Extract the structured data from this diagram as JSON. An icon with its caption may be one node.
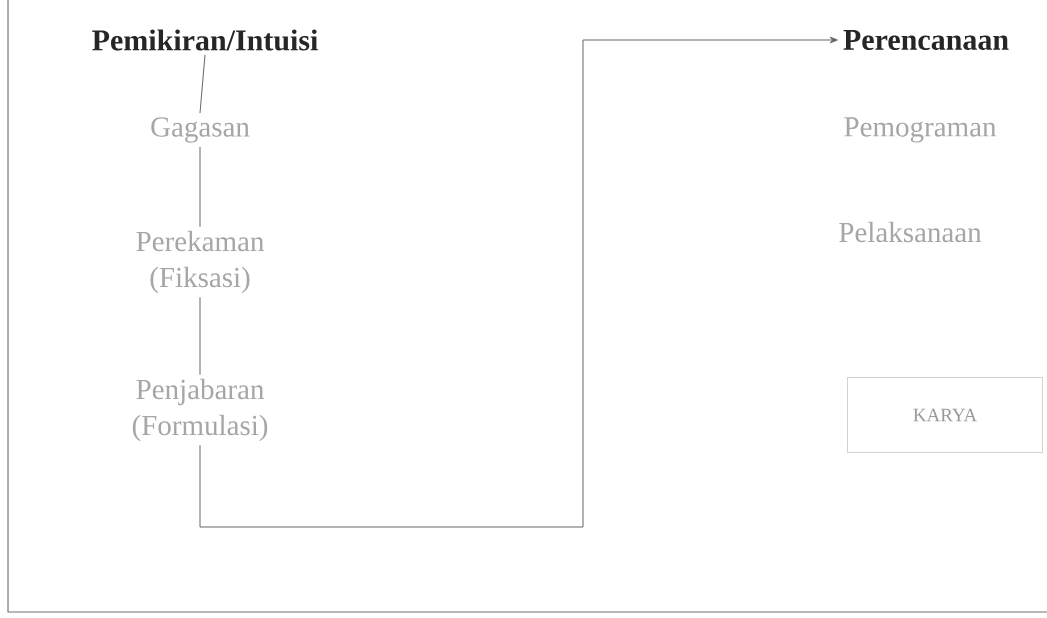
{
  "diagram": {
    "nodes": [
      {
        "text": [
          "Pemikiran/Intuisi"
        ]
      },
      {
        "text": [
          "Gagasan"
        ]
      },
      {
        "text": [
          "Perekaman (Fiksasi)"
        ]
      },
      {
        "text": [
          "Penjabaran (Formulasi)"
        ]
      },
      {
        "text": [
          "Perencanaan"
        ]
      },
      {
        "text": [
          "Pemograman"
        ]
      },
      {
        "text": [
          "Pelaksanaan"
        ]
      },
      {
        "text": [
          "KARYA"
        ]
      }
    ],
    "edges": [
      {
        "from": 0,
        "to": 1,
        "arrow": "none"
      },
      {
        "from": 1,
        "to": 2,
        "arrow": "none"
      },
      {
        "from": 2,
        "to": 3,
        "arrow": "none"
      },
      {
        "from": 3,
        "to": 4,
        "arrow": "to"
      }
    ]
  }
}
